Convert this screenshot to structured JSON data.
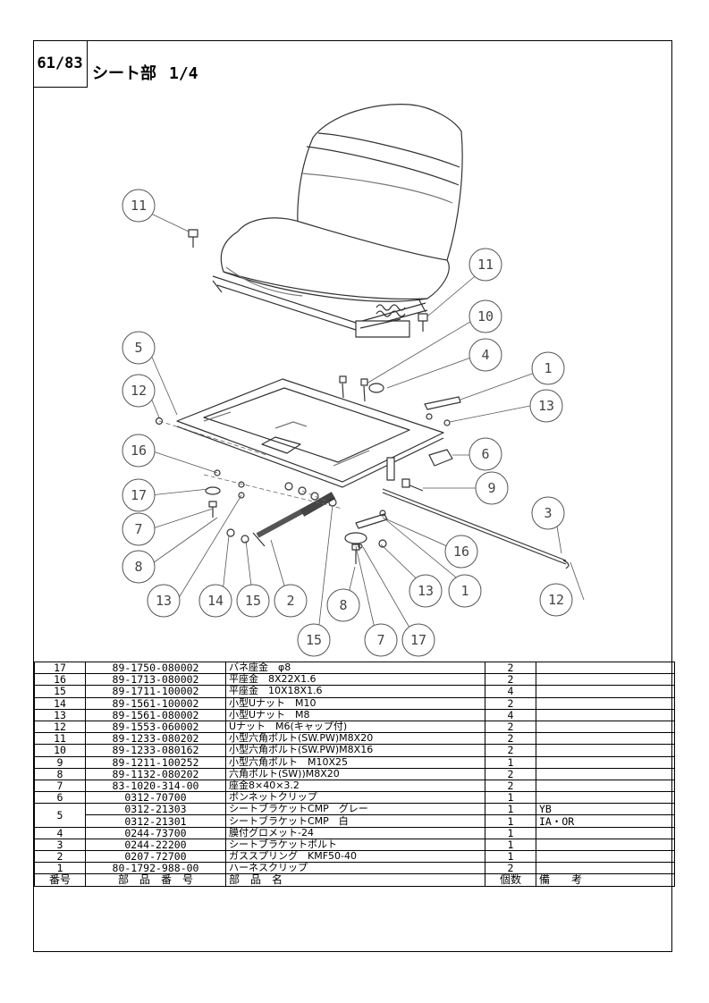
{
  "header": {
    "page_number": "61/83",
    "title": "シート部",
    "section": "1/4"
  },
  "callouts": [
    "11",
    "11",
    "10",
    "4",
    "1",
    "13",
    "5",
    "12",
    "16",
    "6",
    "17",
    "9",
    "7",
    "3",
    "8",
    "16",
    "13",
    "1",
    "12",
    "13",
    "14",
    "15",
    "2",
    "8",
    "15",
    "7",
    "17"
  ],
  "table": {
    "headers": {
      "no": "番号",
      "part_number": "部　品　番　号",
      "part_name": "部　品　名",
      "qty": "個数",
      "remarks": "備　　考"
    },
    "rows": [
      {
        "no": "17",
        "part_number": "89-1750-080002",
        "part_name": "バネ座金　φ8",
        "qty": "2",
        "remarks": ""
      },
      {
        "no": "16",
        "part_number": "89-1713-080002",
        "part_name": "平座金　8X22X1.6",
        "qty": "2",
        "remarks": ""
      },
      {
        "no": "15",
        "part_number": "89-1711-100002",
        "part_name": "平座金　10X18X1.6",
        "qty": "4",
        "remarks": ""
      },
      {
        "no": "14",
        "part_number": "89-1561-100002",
        "part_name": "小型Uナット　M10",
        "qty": "2",
        "remarks": ""
      },
      {
        "no": "13",
        "part_number": "89-1561-080002",
        "part_name": "小型Uナット　M8",
        "qty": "4",
        "remarks": ""
      },
      {
        "no": "12",
        "part_number": "89-1553-060002",
        "part_name": "Uナット　M6(キャップ付)",
        "qty": "2",
        "remarks": ""
      },
      {
        "no": "11",
        "part_number": "89-1233-080202",
        "part_name": "小型六角ボルト(SW.PW)M8X20",
        "qty": "2",
        "remarks": ""
      },
      {
        "no": "10",
        "part_number": "89-1233-080162",
        "part_name": "小型六角ボルト(SW.PW)M8X16",
        "qty": "2",
        "remarks": ""
      },
      {
        "no": "9",
        "part_number": "89-1211-100252",
        "part_name": "小型六角ボルト　M10X25",
        "qty": "1",
        "remarks": ""
      },
      {
        "no": "8",
        "part_number": "89-1132-080202",
        "part_name": "六角ボルト(SW))M8X20",
        "qty": "2",
        "remarks": ""
      },
      {
        "no": "7",
        "part_number": "83-1020-314-00",
        "part_name": "座金8×40×3.2",
        "qty": "2",
        "remarks": ""
      },
      {
        "no": "6",
        "part_number": "0312-70700",
        "part_name": "ボンネットクリップ",
        "qty": "1",
        "remarks": ""
      },
      {
        "no": "5",
        "part_number": "0312-21303",
        "part_name": "シートブラケットCMP　グレー",
        "qty": "1",
        "remarks": "YB"
      },
      {
        "no": "",
        "part_number": "0312-21301",
        "part_name": "シートブラケットCMP　白",
        "qty": "1",
        "remarks": "IA・OR"
      },
      {
        "no": "4",
        "part_number": "0244-73700",
        "part_name": "膜付グロメット-24",
        "qty": "1",
        "remarks": ""
      },
      {
        "no": "3",
        "part_number": "0244-22200",
        "part_name": "シートブラケットボルト",
        "qty": "1",
        "remarks": ""
      },
      {
        "no": "2",
        "part_number": "0207-72700",
        "part_name": "ガススプリング　KMF50-40",
        "qty": "1",
        "remarks": ""
      },
      {
        "no": "1",
        "part_number": "80-1792-988-00",
        "part_name": "ハーネスクリップ",
        "qty": "2",
        "remarks": ""
      }
    ]
  }
}
